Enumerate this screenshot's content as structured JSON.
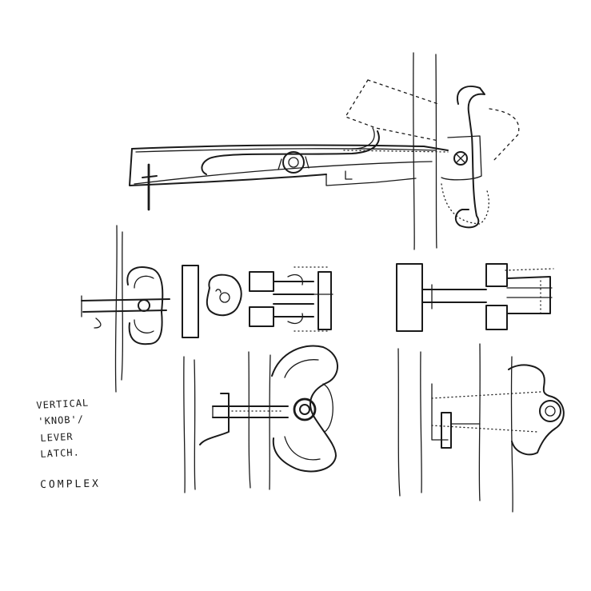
{
  "notes": {
    "line1": "VERTICAL",
    "line2": "'KNOB'/",
    "line3": "LEVER",
    "line4": "LATCH.",
    "line5": "COMPLEX"
  },
  "colors": {
    "ink": "#1a1a1a",
    "paper": "#ffffff"
  }
}
